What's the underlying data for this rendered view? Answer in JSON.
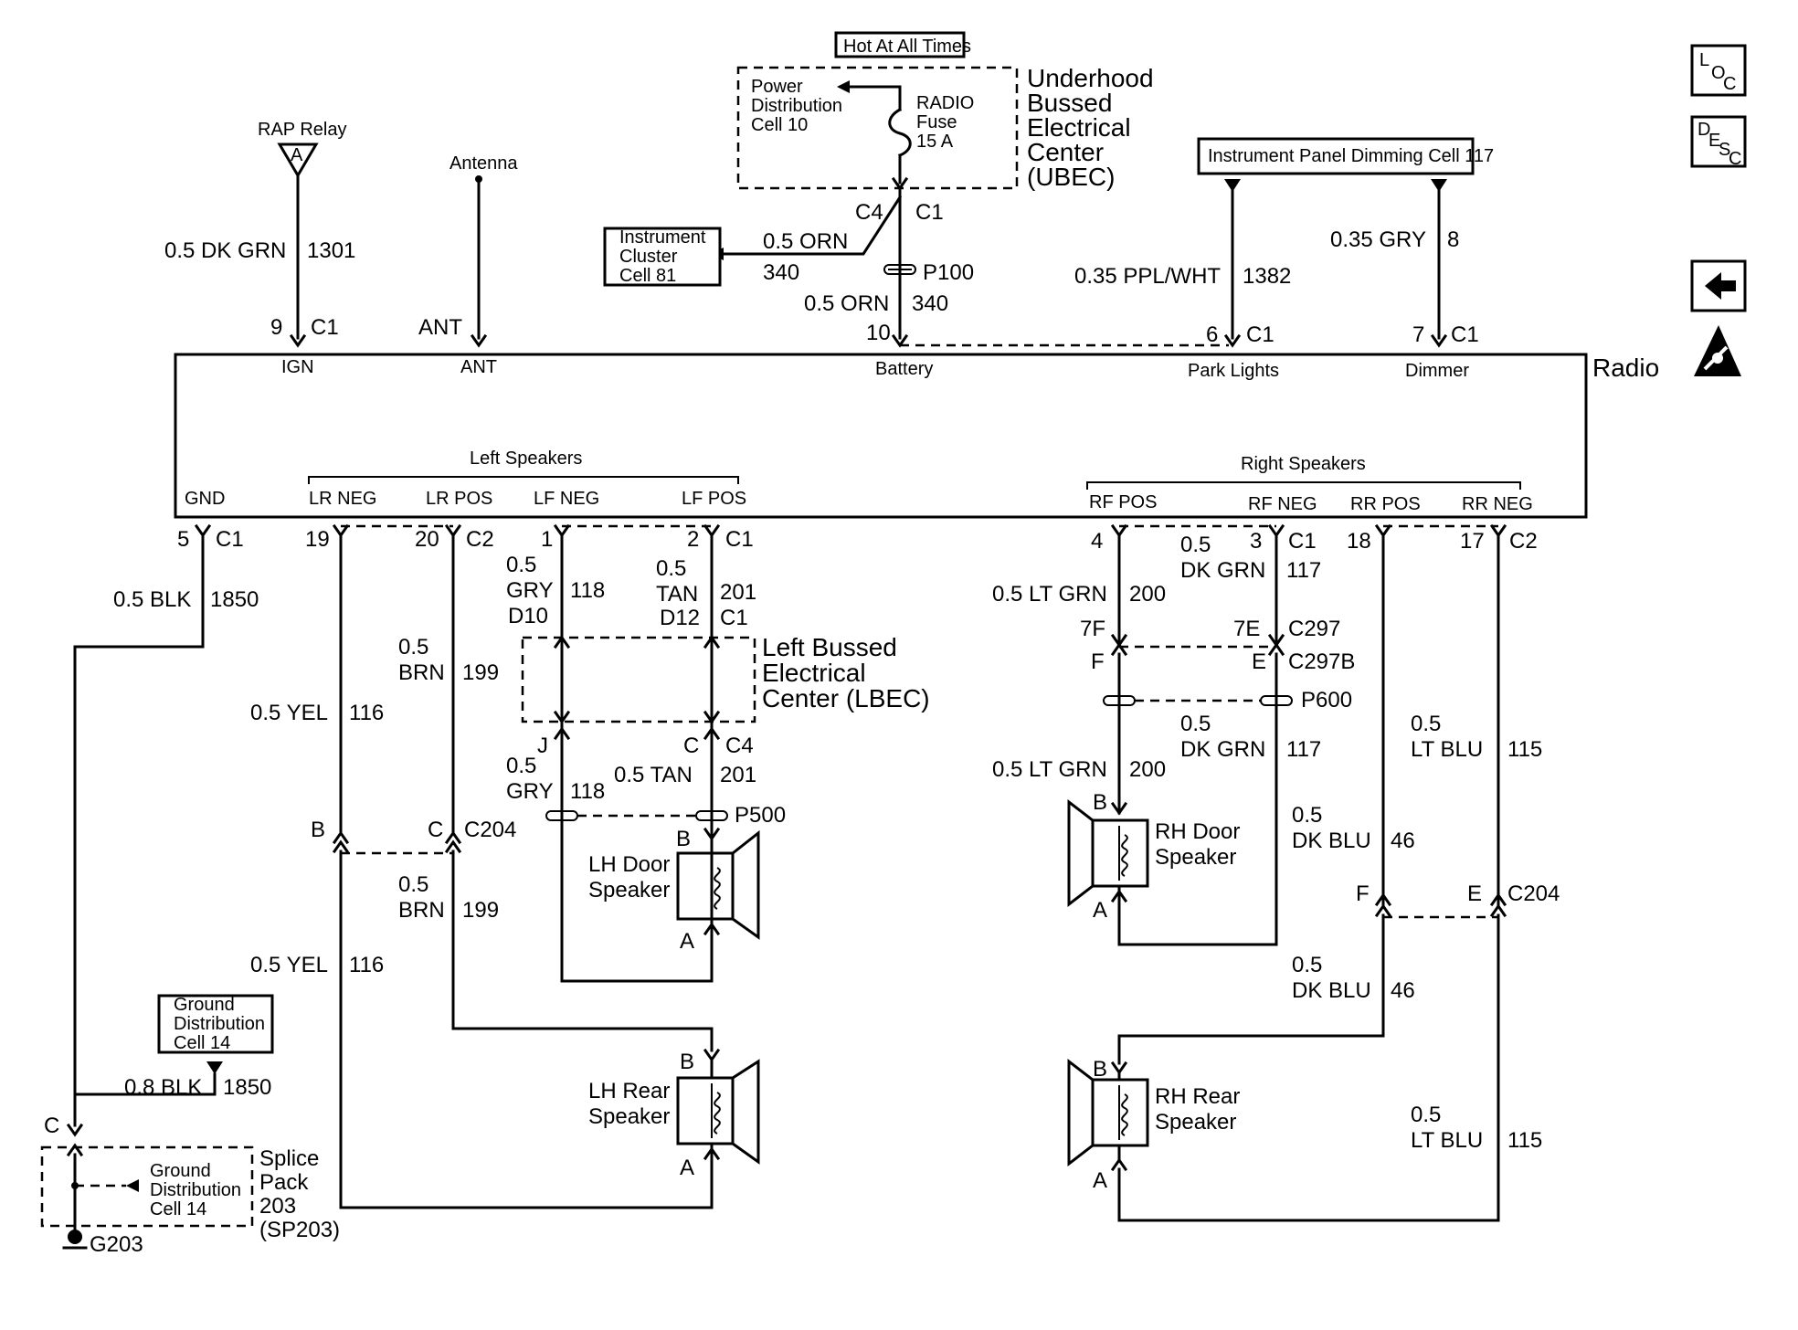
{
  "header": {
    "hot_at_all_times": "Hot At All Times",
    "ubec_line1": "Underhood",
    "ubec_line2": "Bussed",
    "ubec_line3": "Electrical",
    "ubec_line4": "Center",
    "ubec_line5": "(UBEC)",
    "power_dist_line1": "Power",
    "power_dist_line2": "Distribution",
    "power_dist_line3": "Cell 10",
    "fuse_line1": "RADIO",
    "fuse_line2": "Fuse",
    "fuse_line3": "15 A",
    "ipd_cell": "Instrument Panel Dimming Cell 117"
  },
  "side_buttons": {
    "loc_l": "L",
    "loc_o": "O",
    "loc_c": "C",
    "desc_d": "D",
    "desc_e": "E",
    "desc_s": "S",
    "desc_c": "C"
  },
  "top": {
    "rap_relay": "RAP Relay",
    "rap_a": "A",
    "antenna": "Antenna",
    "ic_line1": "Instrument",
    "ic_line2": "Cluster",
    "ic_line3": "Cell 81",
    "w_1301_gauge": "0.5 DK GRN",
    "w_1301_circuit": "1301",
    "w_340_gauge_a": "0.5 ORN",
    "w_340_circuit_a": "340",
    "w_340_gauge_b": "0.5 ORN",
    "w_340_circuit_b": "340",
    "w_1382_gauge": "0.35 PPL/WHT",
    "w_1382_circuit": "1382",
    "w_8_gauge": "0.35 GRY",
    "w_8_circuit": "8",
    "c4": "C4",
    "c1_fuse": "C1",
    "p100": "P100",
    "pin9": "9",
    "pin9_conn": "C1",
    "ant_pin": "ANT",
    "pin10": "10",
    "pin6": "6",
    "pin6_conn": "C1",
    "pin7": "7",
    "pin7_conn": "C1"
  },
  "radio": {
    "name": "Radio",
    "ign": "IGN",
    "ant": "ANT",
    "battery": "Battery",
    "park_lights": "Park Lights",
    "dimmer": "Dimmer",
    "left_speakers": "Left Speakers",
    "right_speakers": "Right Speakers",
    "gnd": "GND",
    "lr_neg": "LR NEG",
    "lr_pos": "LR POS",
    "lf_neg": "LF NEG",
    "lf_pos": "LF POS",
    "rf_pos": "RF POS",
    "rf_neg": "RF NEG",
    "rr_pos": "RR POS",
    "rr_neg": "RR NEG"
  },
  "bottom_left": {
    "pin5": "5",
    "pin5_conn": "C1",
    "w_1850_gauge": "0.5 BLK",
    "w_1850_circuit": "1850",
    "pin19": "19",
    "pin20": "20",
    "pin20_conn": "C2",
    "pin1": "1",
    "pin2": "2",
    "pin2_conn": "C1",
    "w_118_gauge_top": "0.5",
    "w_118_color_top": "GRY",
    "w_118_circuit_top": "118",
    "d10": "D10",
    "w_201_gauge_top": "0.5",
    "w_201_color_top": "TAN",
    "w_201_circuit_top": "201",
    "d12": "D12",
    "d12_conn": "C1",
    "lbec_line1": "Left Bussed",
    "lbec_line2": "Electrical",
    "lbec_line3": "Center (LBEC)",
    "w_199_gauge_top": "0.5",
    "w_199_color_top": "BRN",
    "w_199_circuit_top": "199",
    "w_116_gauge_top": "0.5 YEL",
    "w_116_circuit_top": "116",
    "pin_j": "J",
    "pin_c": "C",
    "pin_c_conn": "C4",
    "w_118_gauge_bot": "0.5",
    "w_118_color_bot": "GRY",
    "w_118_circuit_bot": "118",
    "w_201_gauge_bot": "0.5 TAN",
    "w_201_circuit_bot": "201",
    "p500": "P500",
    "c204_b": "B",
    "c204_c": "C",
    "c204": "C204",
    "lh_door_b": "B",
    "lh_door_a": "A",
    "lh_door_line1": "LH Door",
    "lh_door_line2": "Speaker",
    "w_199_gauge_bot": "0.5",
    "w_199_color_bot": "BRN",
    "w_199_circuit_bot": "199",
    "w_116_gauge_bot": "0.5 YEL",
    "w_116_circuit_bot": "116",
    "gd_line1": "Ground",
    "gd_line2": "Distribution",
    "gd_line3": "Cell 14",
    "w_1850_gauge_b": "0.8 BLK",
    "w_1850_circuit_b": "1850",
    "sp_c": "C",
    "sp_gd_line1": "Ground",
    "sp_gd_line2": "Distribution",
    "sp_gd_line3": "Cell 14",
    "sp_line1": "Splice",
    "sp_line2": "Pack",
    "sp_line3": "203",
    "sp_line4": "(SP203)",
    "g203": "G203",
    "lh_rear_b": "B",
    "lh_rear_a": "A",
    "lh_rear_line1": "LH Rear",
    "lh_rear_line2": "Speaker"
  },
  "bottom_right": {
    "pin4": "4",
    "pin3": "3",
    "pin3_conn": "C1",
    "pin18": "18",
    "pin17": "17",
    "pin17_conn": "C2",
    "w_117_gauge_top": "0.5",
    "w_117_color_top": "DK GRN",
    "w_117_circuit_top": "117",
    "w_200_gauge_top": "0.5 LT GRN",
    "w_200_circuit_top": "200",
    "p7f": "7F",
    "p7e": "7E",
    "c297": "C297",
    "pf": "F",
    "pe": "E",
    "c297b": "C297B",
    "p600": "P600",
    "w_117_gauge_bot": "0.5",
    "w_117_color_bot": "DK GRN",
    "w_117_circuit_bot": "117",
    "w_200_gauge_bot": "0.5 LT GRN",
    "w_200_circuit_bot": "200",
    "w_115_gauge_top": "0.5",
    "w_115_color_top": "LT BLU",
    "w_115_circuit_top": "115",
    "rh_door_b": "B",
    "rh_door_a": "A",
    "rh_door_line1": "RH Door",
    "rh_door_line2": "Speaker",
    "w_46_gauge_top": "0.5",
    "w_46_color_top": "DK BLU",
    "w_46_circuit_top": "46",
    "c204_f": "F",
    "c204_e": "E",
    "c204": "C204",
    "w_46_gauge_bot": "0.5",
    "w_46_color_bot": "DK BLU",
    "w_46_circuit_bot": "46",
    "rh_rear_b": "B",
    "rh_rear_a": "A",
    "rh_rear_line1": "RH Rear",
    "rh_rear_line2": "Speaker",
    "w_115_gauge_bot": "0.5",
    "w_115_color_bot": "LT BLU",
    "w_115_circuit_bot": "115"
  },
  "icons": {
    "back": "back-arrow-icon",
    "esd": "esd-warning-icon",
    "ground": "ground-icon",
    "connector": "connector-icon",
    "splice": "splice-icon",
    "fuse": "fuse-icon",
    "speaker": "speaker-icon"
  }
}
